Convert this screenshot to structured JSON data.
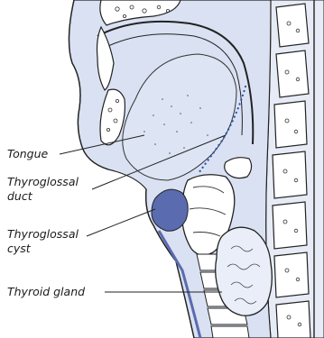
{
  "labels": {
    "tongue": "Tongue",
    "thyroglossal_duct_line1": "Thyroglossal",
    "thyroglossal_duct_line2": "duct",
    "thyroglossal_cyst_line1": "Thyroglossal",
    "thyroglossal_cyst_line2": "cyst",
    "thyroid_gland": "Thyroid gland"
  },
  "colors": {
    "tissue_fill": "#d9e1f2",
    "cyst_fill": "#5b6bb0",
    "duct_dots": "#2a4fb0",
    "outline": "#222222",
    "bone_fill": "#ffffff"
  }
}
